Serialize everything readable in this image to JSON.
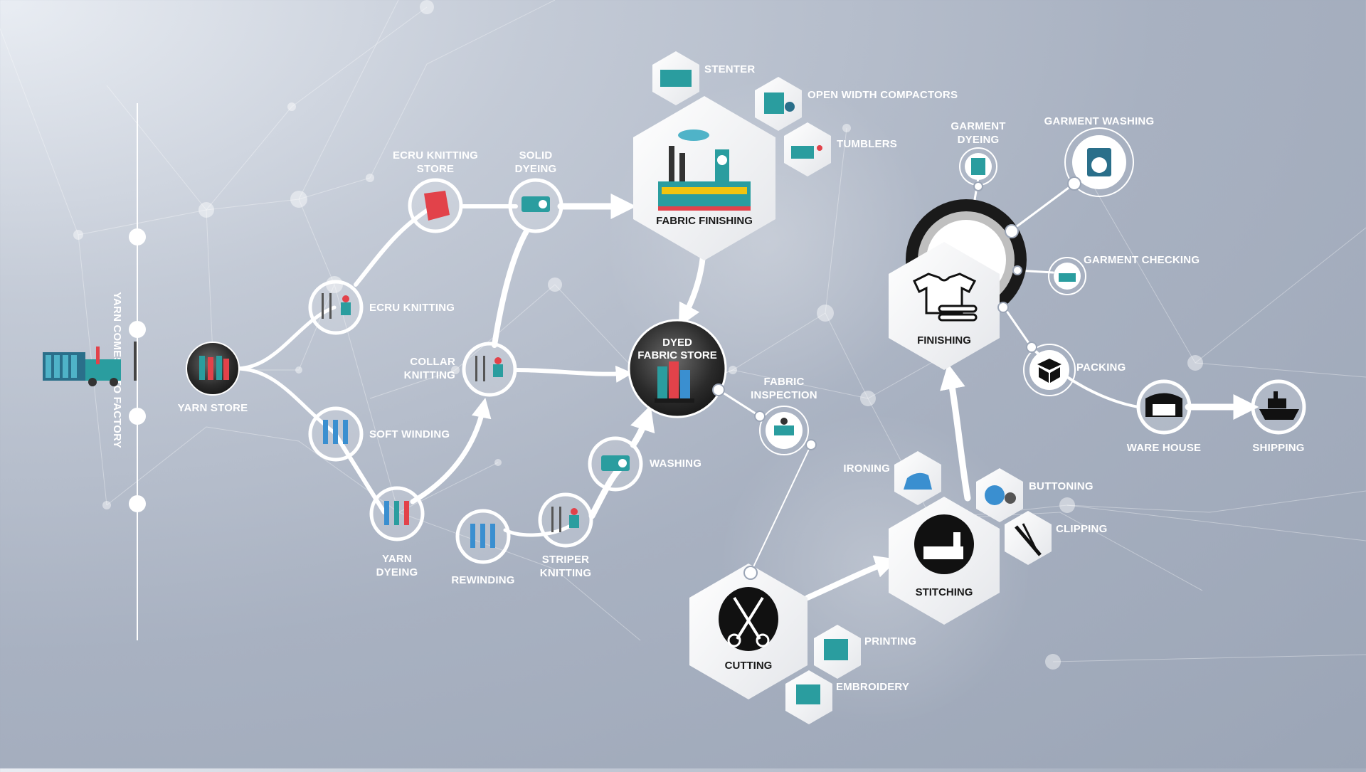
{
  "sidebar": {
    "caption": "YARN COMES INTO FACTORY"
  },
  "nodes": {
    "yarn_store": "YARN STORE",
    "ecru_knitting": "ECRU KNITTING",
    "soft_winding": "SOFT WINDING",
    "ecru_knitting_store": [
      "ECRU KNITTING",
      "STORE"
    ],
    "solid_dyeing": [
      "SOLID",
      "DYEING"
    ],
    "collar_knitting": [
      "COLLAR",
      "KNITTING"
    ],
    "yarn_dyeing": [
      "YARN",
      "DYEING"
    ],
    "rewinding": "REWINDING",
    "striper_knitting": [
      "STRIPER",
      "KNITTING"
    ],
    "washing": "WASHING",
    "fabric_finishing": "FABRIC FINISHING",
    "stenter": "STENTER",
    "open_width_compactors": "OPEN WIDTH COMPACTORS",
    "tumblers": "TUMBLERS",
    "dyed_fabric_store": [
      "DYED",
      "FABRIC STORE"
    ],
    "fabric_inspection": [
      "FABRIC",
      "INSPECTION"
    ],
    "cutting": "CUTTING",
    "printing": "PRINTING",
    "embroidery": "EMBROIDERY",
    "stitching": "STITCHING",
    "ironing": "IRONING",
    "buttoning": "BUTTONING",
    "clipping": "CLIPPING",
    "finishing": "FINISHING",
    "garment_dyeing": [
      "GARMENT",
      "DYEING"
    ],
    "garment_washing": "GARMENT WASHING",
    "garment_checking": "GARMENT CHECKING",
    "packing": "PACKING",
    "ware_house": "WARE HOUSE",
    "shipping": "SHIPPING"
  },
  "colors": {
    "flow": "#ffffff",
    "teal": "#2a9d9f",
    "red": "#e2424a",
    "dark_node": "#2b2b2b",
    "background": "#a8b1c1"
  }
}
